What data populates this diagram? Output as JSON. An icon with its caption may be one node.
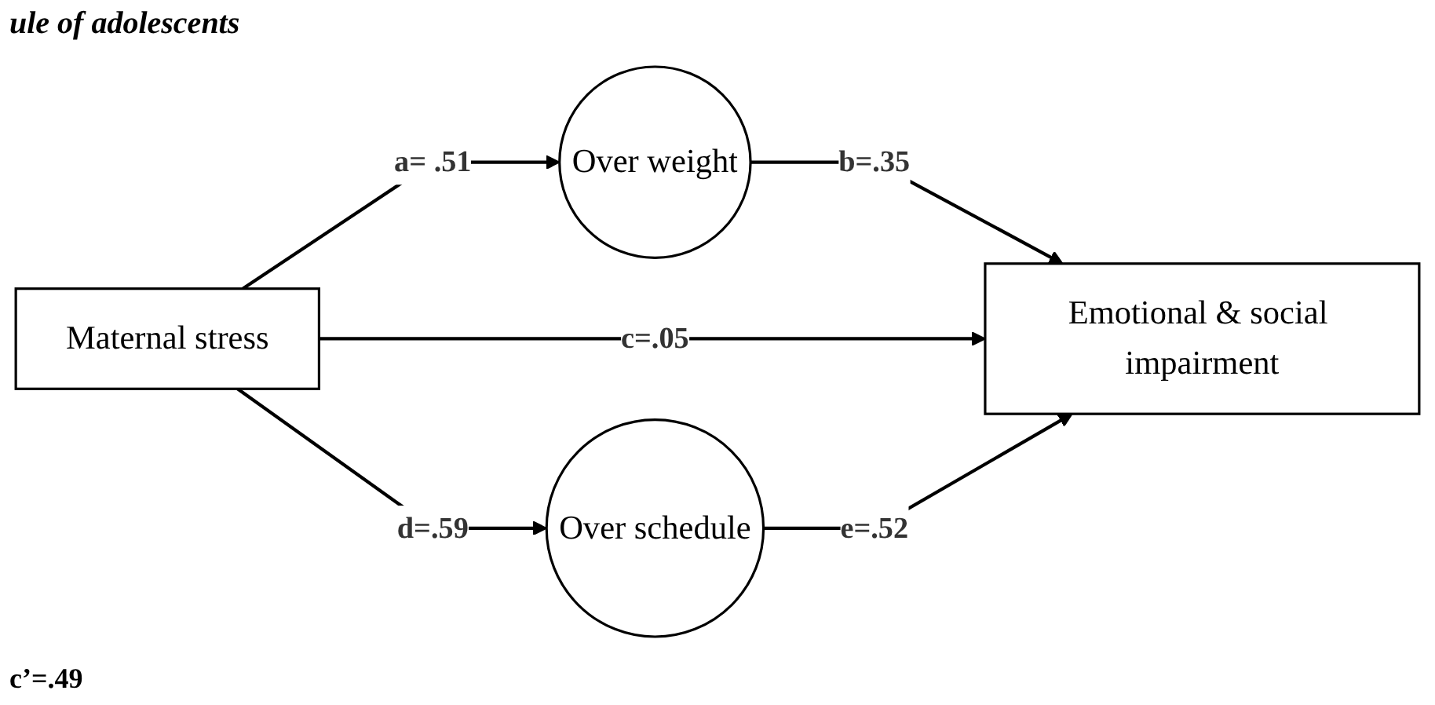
{
  "diagram": {
    "title": "ule of adolescents",
    "nodes": [
      {
        "text": [
          "Maternal stress"
        ]
      },
      {
        "text": [
          "Over weight"
        ]
      },
      {
        "text": [
          "Over schedule"
        ]
      },
      {
        "text": [
          "Emotional & social impairment"
        ]
      }
    ],
    "edges": [
      {
        "from": 0,
        "to": 1,
        "arrow": "to",
        "label": "a= .51"
      },
      {
        "from": 1,
        "to": 3,
        "arrow": "to",
        "label": "b=.35"
      },
      {
        "from": 0,
        "to": 3,
        "arrow": "to",
        "label": "c=.05"
      },
      {
        "from": 0,
        "to": 2,
        "arrow": "to",
        "label": "d=.59"
      },
      {
        "from": 2,
        "to": 3,
        "arrow": "to",
        "label": "e=.52"
      }
    ],
    "labels": [
      "c’=.49"
    ]
  }
}
